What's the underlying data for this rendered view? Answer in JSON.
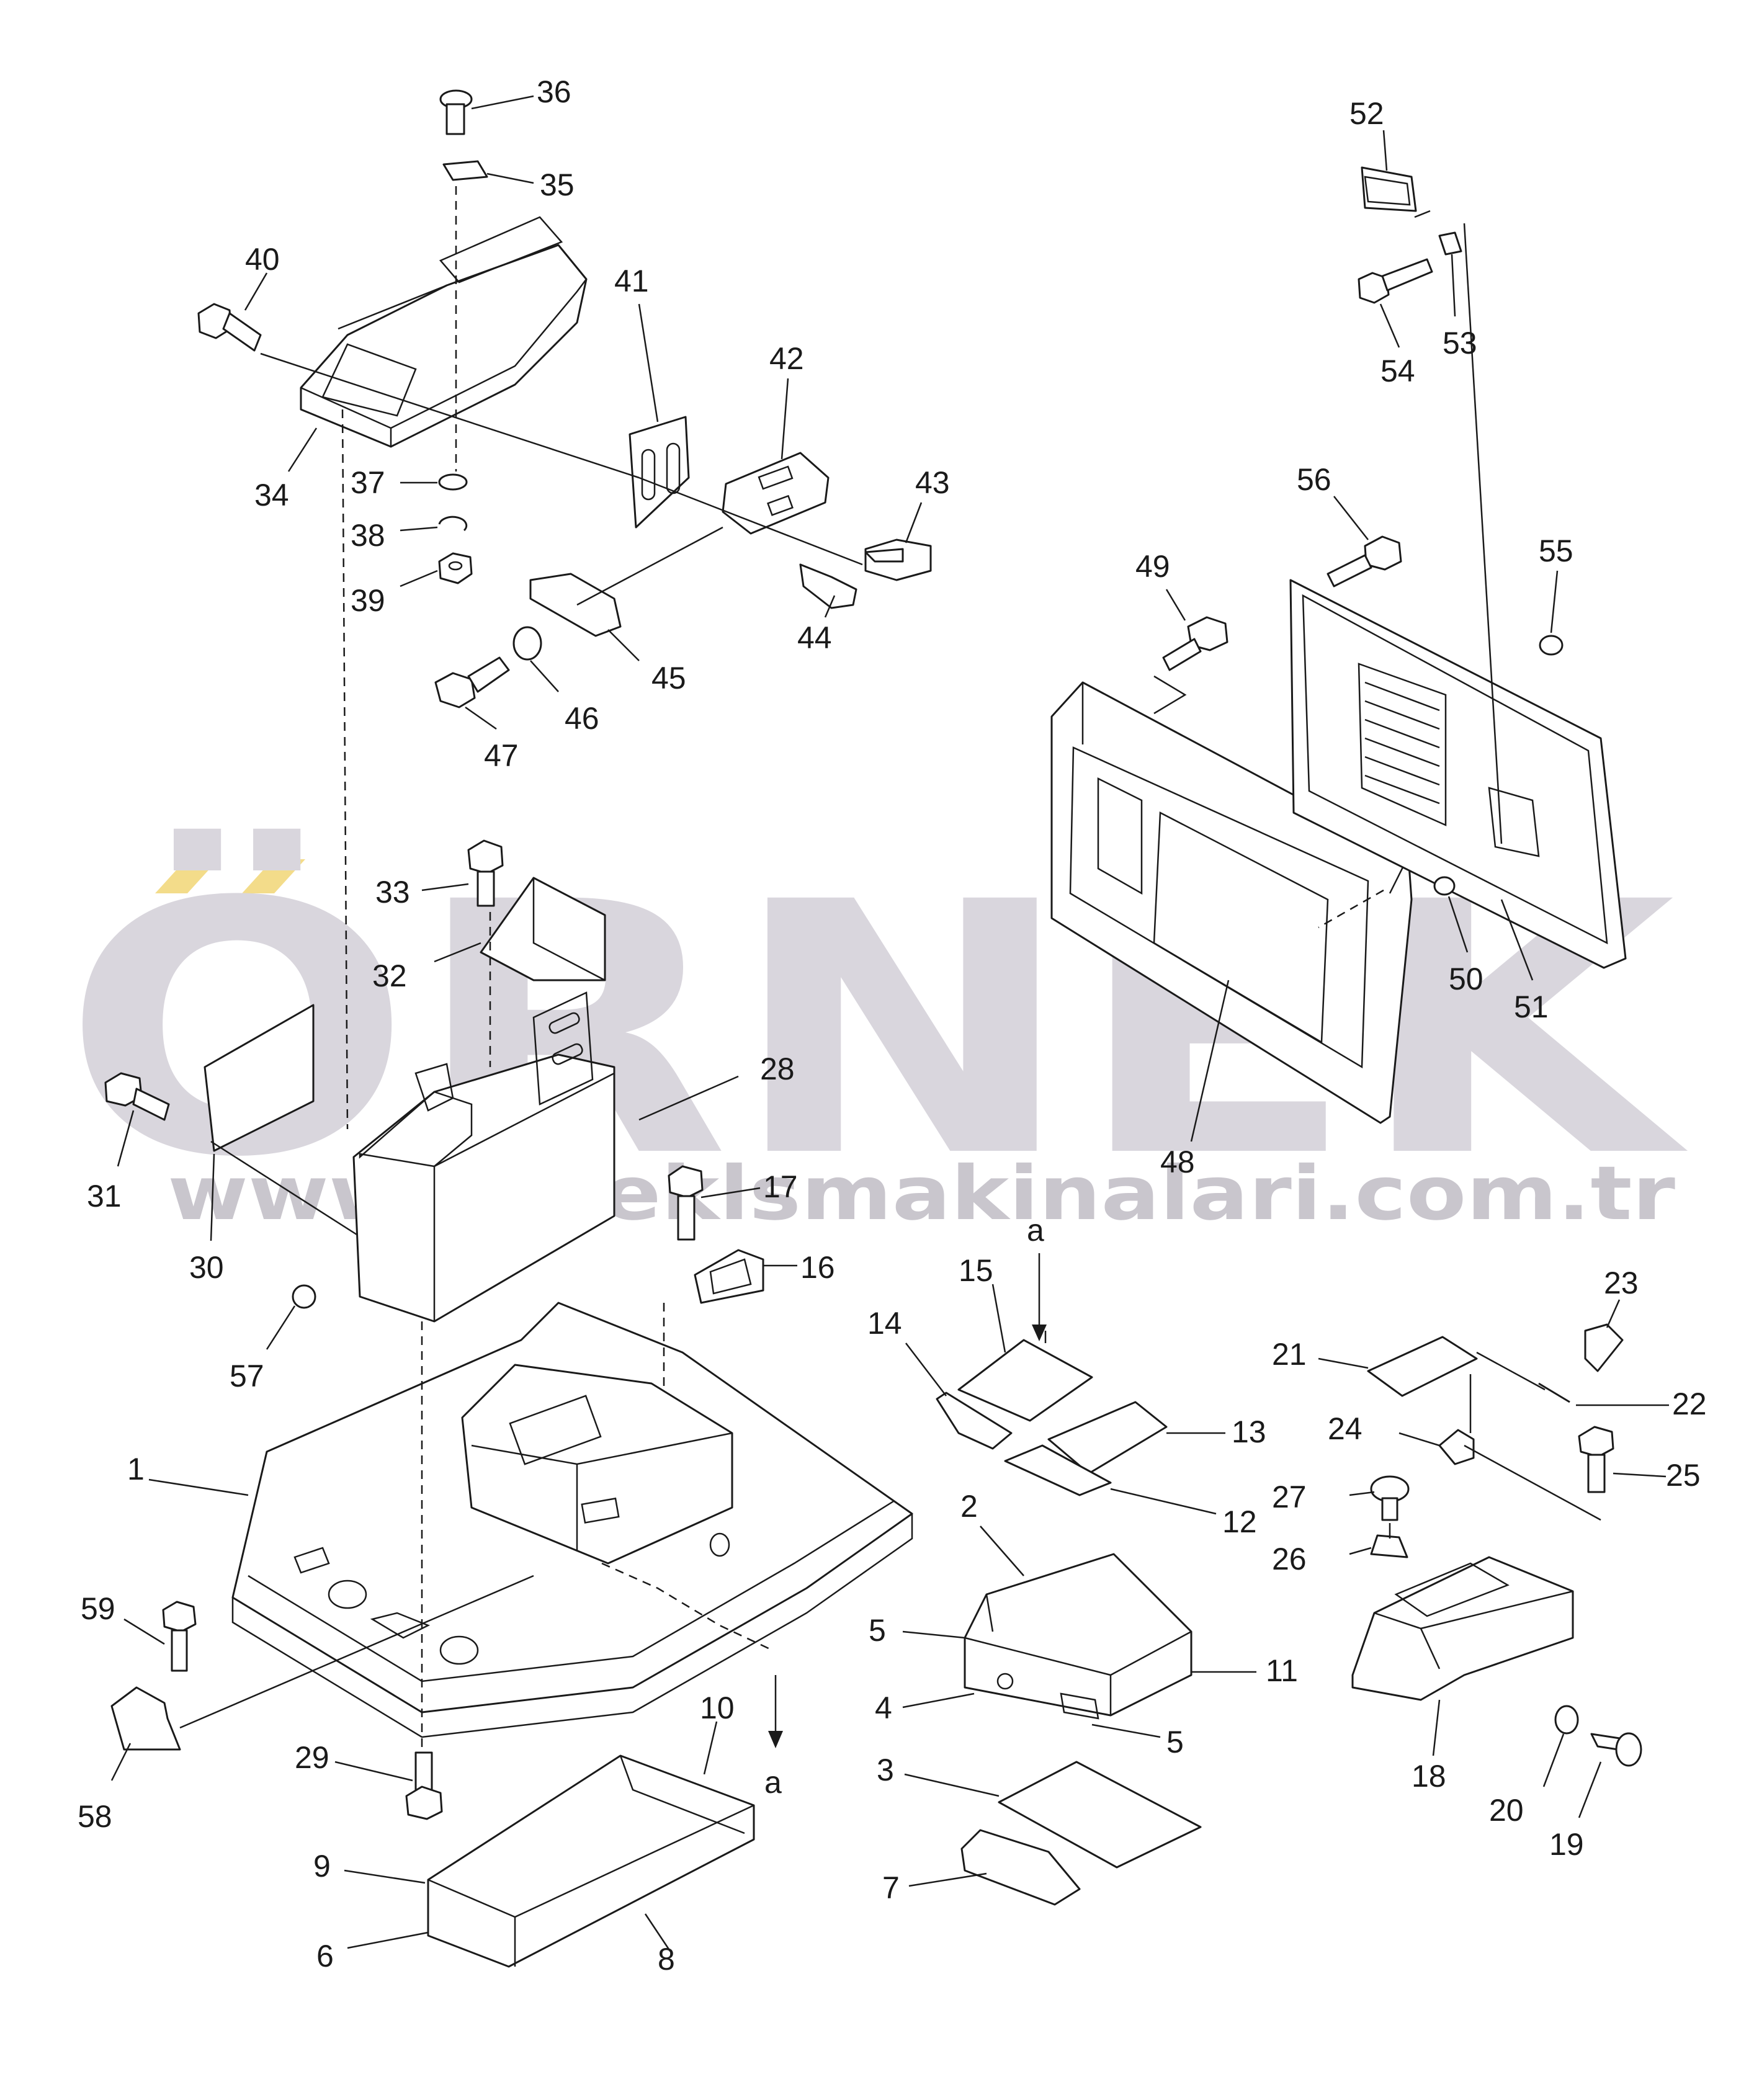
{
  "watermark": {
    "brand": "ÖRNEK",
    "url": "www.orneklsmakinalari.com.tr",
    "brand_color": "#d9d6dd",
    "accent_color": "#f3dc8a"
  },
  "view_markers": {
    "top": "a",
    "bottom": "a"
  },
  "callouts": [
    "1",
    "2",
    "3",
    "4",
    "5",
    "5",
    "6",
    "7",
    "8",
    "9",
    "10",
    "11",
    "12",
    "13",
    "14",
    "15",
    "16",
    "17",
    "18",
    "19",
    "20",
    "21",
    "22",
    "23",
    "24",
    "25",
    "26",
    "27",
    "28",
    "29",
    "30",
    "31",
    "32",
    "33",
    "34",
    "35",
    "36",
    "37",
    "38",
    "39",
    "40",
    "41",
    "42",
    "43",
    "44",
    "45",
    "46",
    "47",
    "48",
    "49",
    "50",
    "51",
    "52",
    "53",
    "54",
    "55",
    "56",
    "57",
    "58",
    "59"
  ]
}
